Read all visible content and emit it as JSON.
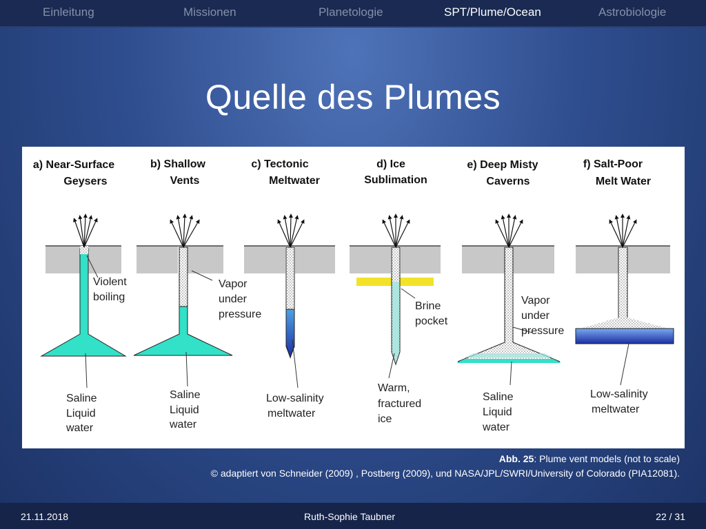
{
  "nav": {
    "items": [
      "Einleitung",
      "Missionen",
      "Planetologie",
      "SPT/Plume/Ocean",
      "Astrobiologie"
    ],
    "active_index": 3
  },
  "slide": {
    "title": "Quelle des Plumes"
  },
  "figure": {
    "panels": [
      {
        "heading": [
          "a) Near-Surface",
          "Geysers"
        ],
        "labels": [
          [
            "Violent",
            "boiling"
          ],
          [
            "Saline",
            "Liquid",
            "water"
          ]
        ]
      },
      {
        "heading": [
          "b) Shallow",
          "Vents"
        ],
        "labels": [
          [
            "Vapor",
            "under",
            "pressure"
          ],
          [
            "Saline",
            "Liquid",
            "water"
          ]
        ]
      },
      {
        "heading": [
          "c) Tectonic",
          "Meltwater"
        ],
        "labels": [
          [
            "Low-salinity",
            "meltwater"
          ]
        ]
      },
      {
        "heading": [
          "d) Ice",
          "Sublimation"
        ],
        "labels": [
          [
            "Brine",
            "pocket"
          ],
          [
            "Warm,",
            "fractured",
            "ice"
          ]
        ]
      },
      {
        "heading": [
          "e) Deep Misty",
          "Caverns"
        ],
        "labels": [
          [
            "Vapor",
            "under",
            "pressure"
          ],
          [
            "Saline",
            "Liquid",
            "water"
          ]
        ]
      },
      {
        "heading": [
          "f) Salt-Poor",
          "Melt Water"
        ],
        "labels": [
          [
            "Low-salinity",
            "meltwater"
          ]
        ]
      }
    ],
    "colors": {
      "liquid": "#33e0c8",
      "meltwater": "#1e3fb8",
      "brine": "#f2e22a",
      "ice": "#c8c8c8"
    }
  },
  "caption": {
    "abb_label": "Abb. 25",
    "abb_text": ": Plume vent models (not to scale)",
    "credit": "© adaptiert von Schneider (2009) , Postberg (2009), und NASA/JPL/SWRI/University of Colorado (PIA12081)."
  },
  "footer": {
    "date": "21.11.2018",
    "author": "Ruth-Sophie Taubner",
    "page": "22 / 31"
  }
}
